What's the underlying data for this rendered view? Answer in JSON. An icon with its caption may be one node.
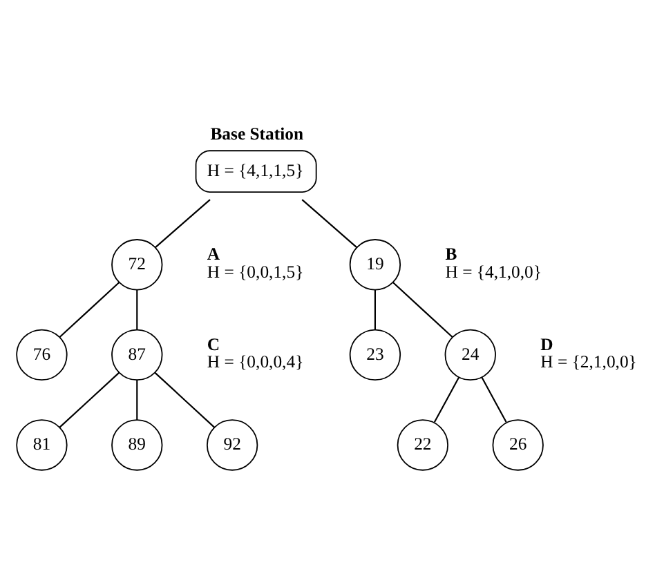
{
  "diagram": {
    "nodes": [
      {
        "text": [
          "Base Station",
          "H = {4,1,1,5}"
        ]
      },
      {
        "text": [
          "72"
        ],
        "beside": [
          "A",
          "H = {0,0,1,5}"
        ]
      },
      {
        "text": [
          "19"
        ],
        "beside": [
          "B",
          "H = {4,1,0,0}"
        ]
      },
      {
        "text": [
          "76"
        ]
      },
      {
        "text": [
          "87"
        ],
        "beside": [
          "C",
          "H = {0,0,0,4}"
        ]
      },
      {
        "text": [
          "23"
        ]
      },
      {
        "text": [
          "24"
        ],
        "beside": [
          "D",
          "H = {2,1,0,0}"
        ]
      },
      {
        "text": [
          "81"
        ]
      },
      {
        "text": [
          "89"
        ]
      },
      {
        "text": [
          "92"
        ]
      },
      {
        "text": [
          "22"
        ]
      },
      {
        "text": [
          "26"
        ]
      }
    ],
    "edges": [
      {
        "from": 0,
        "to": 1,
        "arrow": "none"
      },
      {
        "from": 0,
        "to": 2,
        "arrow": "none"
      },
      {
        "from": 1,
        "to": 3,
        "arrow": "none"
      },
      {
        "from": 1,
        "to": 4,
        "arrow": "none"
      },
      {
        "from": 2,
        "to": 5,
        "arrow": "none"
      },
      {
        "from": 2,
        "to": 6,
        "arrow": "none"
      },
      {
        "from": 4,
        "to": 7,
        "arrow": "none"
      },
      {
        "from": 4,
        "to": 8,
        "arrow": "none"
      },
      {
        "from": 4,
        "to": 9,
        "arrow": "none"
      },
      {
        "from": 6,
        "to": 10,
        "arrow": "none"
      },
      {
        "from": 6,
        "to": 11,
        "arrow": "none"
      }
    ]
  }
}
